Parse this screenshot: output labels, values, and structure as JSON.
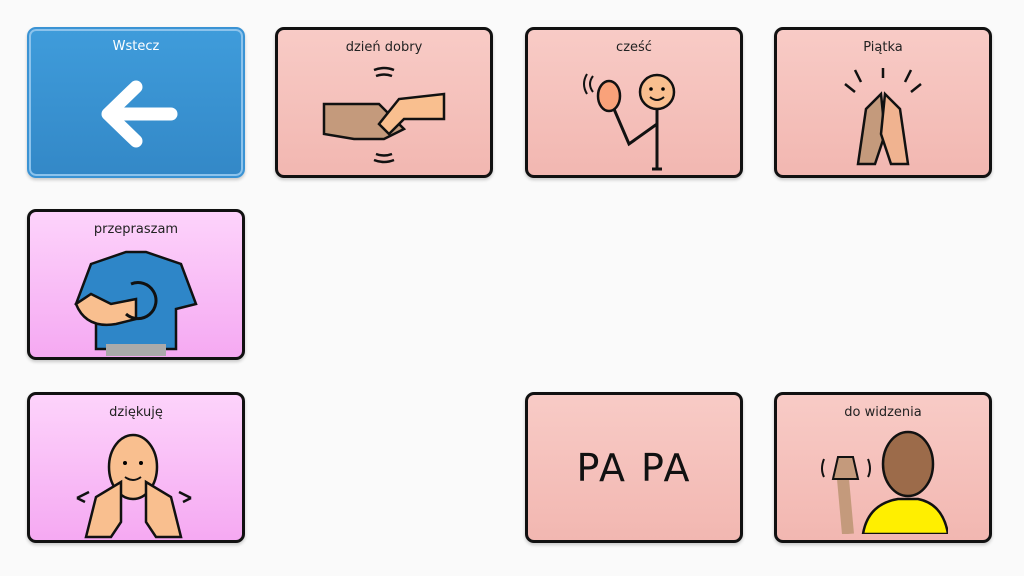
{
  "tiles": [
    {
      "label": "Wstecz",
      "icon": "arrow-left-icon",
      "color": "#3a93d4"
    },
    {
      "label": "dzień dobry",
      "icon": "handshake-icon",
      "color": "#f5c1bc"
    },
    {
      "label": "cześć",
      "icon": "waving-person-icon",
      "color": "#f5c1bc"
    },
    {
      "label": "Piątka",
      "icon": "high-five-icon",
      "color": "#f5c1bc"
    },
    {
      "label": "przepraszam",
      "icon": "sorry-sign-icon",
      "color": "#f9c0f6"
    },
    {
      "label": "dziękuję",
      "icon": "thank-you-sign-icon",
      "color": "#f9c0f6"
    },
    {
      "label": "PA PA",
      "icon": "",
      "color": "#f5c1bc"
    },
    {
      "label": "do widzenia",
      "icon": "goodbye-wave-icon",
      "color": "#f5c1bc"
    }
  ]
}
